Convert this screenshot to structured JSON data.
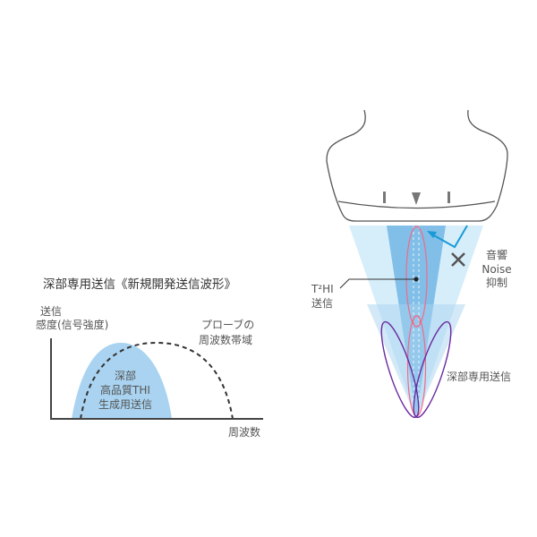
{
  "left_chart": {
    "title": "深部専用送信《新規開発送信波形》",
    "y_label_line1": "送信",
    "y_label_line2": "感度(信号強度)",
    "x_label": "周波数",
    "probe_band_line1": "プローブの",
    "probe_band_line2": "周波数帯域",
    "area_label_line1": "深部",
    "area_label_line2": "高品質THI",
    "area_label_line3": "生成用送信"
  },
  "right_diagram": {
    "noise_line1": "音響",
    "noise_line2": "Noise",
    "noise_line3": "抑制",
    "t2hi_line1": "T²HI",
    "t2hi_line2": "送信",
    "deep_label": "深部専用送信"
  },
  "colors": {
    "area": "#a9d3f0",
    "beam_light": "#d6eefa",
    "beam_mid": "#6bb3e3",
    "pink": "#ef6a8a",
    "purple": "#6a2aa0",
    "arrow": "#1a9ad6"
  }
}
